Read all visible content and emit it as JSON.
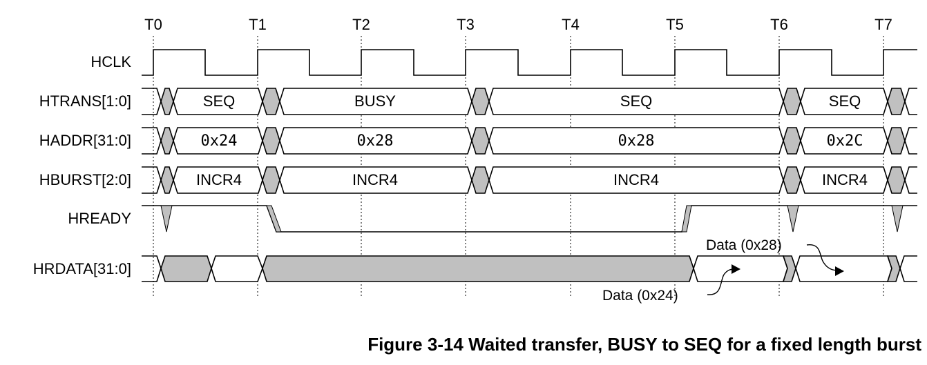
{
  "time_labels": [
    "T0",
    "T1",
    "T2",
    "T3",
    "T4",
    "T5",
    "T6",
    "T7"
  ],
  "signals": {
    "hclk": "HCLK",
    "htrans": "HTRANS[1:0]",
    "haddr": "HADDR[31:0]",
    "hburst": "HBURST[2:0]",
    "hready": "HREADY",
    "hrdata": "HRDATA[31:0]"
  },
  "htrans_values": [
    "SEQ",
    "BUSY",
    "SEQ",
    "SEQ"
  ],
  "haddr_values": [
    "0x24",
    "0x28",
    "0x28",
    "0x2C"
  ],
  "hburst_values": [
    "INCR4",
    "INCR4",
    "INCR4",
    "INCR4"
  ],
  "annotations": {
    "data_0x28": "Data (0x28)",
    "data_0x24": "Data (0x24)"
  },
  "caption": "Figure 3-14 Waited transfer, BUSY to SEQ for a fixed length burst",
  "colors": {
    "shade": "#c0c0c0",
    "line": "#000000"
  }
}
